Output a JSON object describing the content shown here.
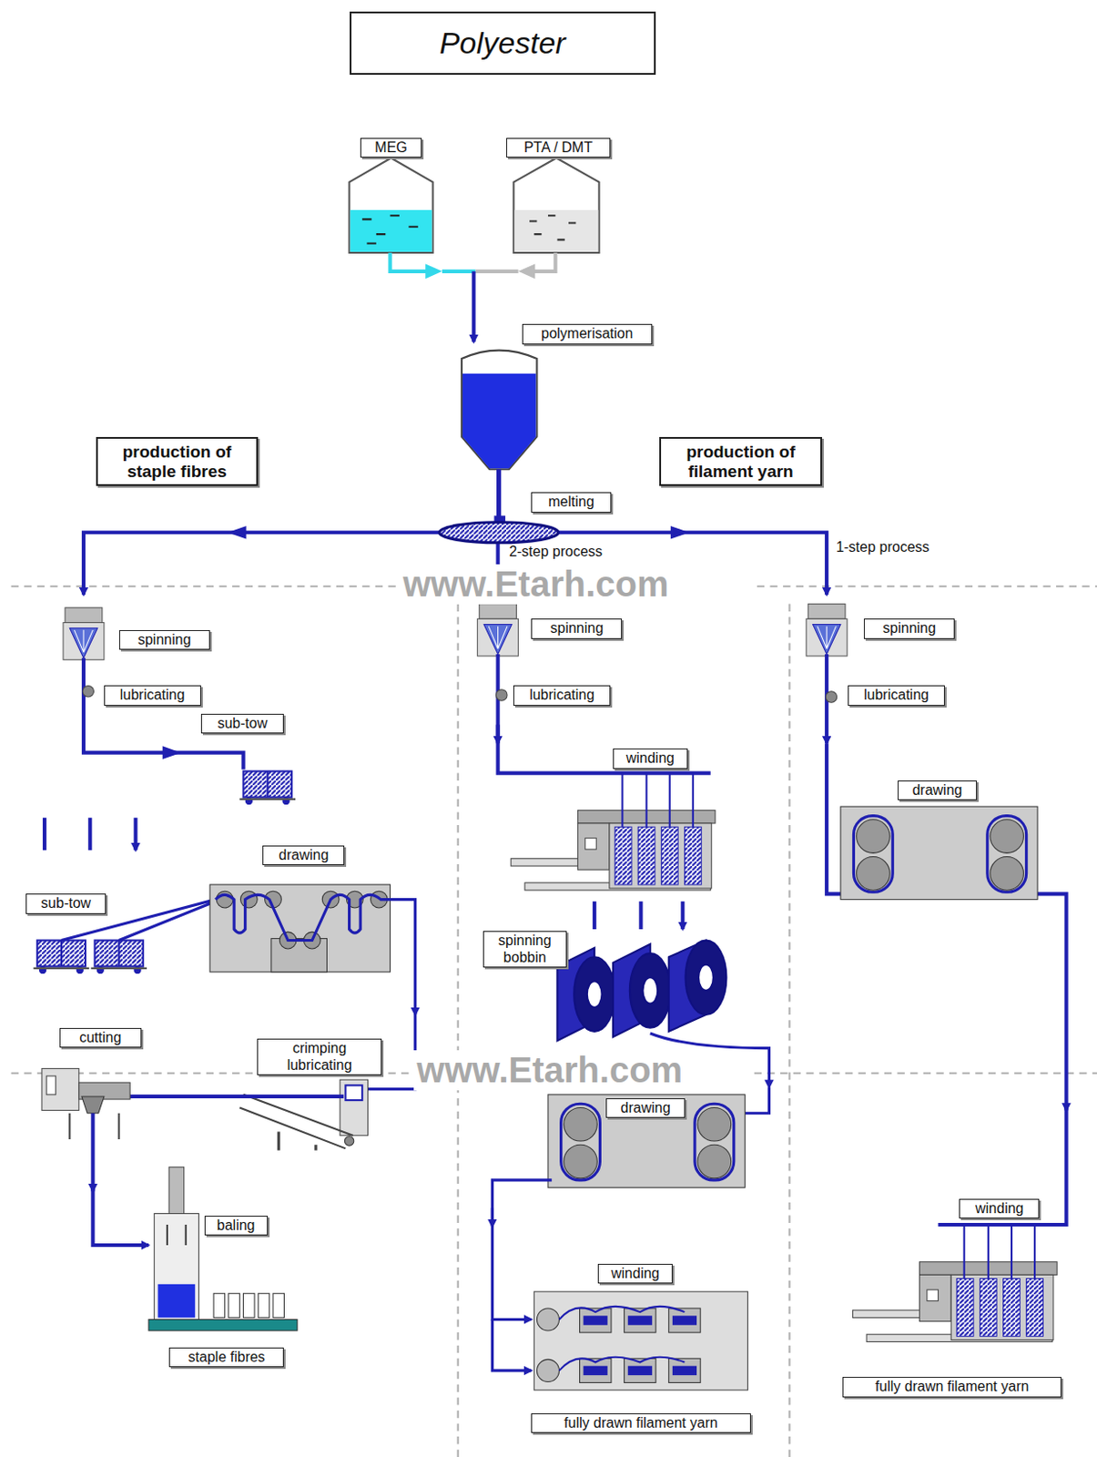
{
  "diagram": {
    "title": "Polyester",
    "nodes": [
      {
        "text": [
          "MEG"
        ]
      },
      {
        "text": [
          "PTA / DMT"
        ]
      },
      {
        "text": [
          "polymerisation"
        ]
      },
      {
        "text": [
          "production of staple fibres"
        ]
      },
      {
        "text": [
          "production of filament yarn"
        ]
      },
      {
        "text": [
          "melting"
        ]
      },
      {
        "text": [
          "spinning"
        ]
      },
      {
        "text": [
          "lubricating"
        ]
      },
      {
        "text": [
          "sub-tow"
        ]
      },
      {
        "text": [
          "sub-tow"
        ]
      },
      {
        "text": [
          "drawing"
        ]
      },
      {
        "text": [
          "cutting"
        ]
      },
      {
        "text": [
          "crimping lubricating"
        ]
      },
      {
        "text": [
          "baling"
        ]
      },
      {
        "text": [
          "staple fibres"
        ]
      },
      {
        "text": [
          "spinning"
        ]
      },
      {
        "text": [
          "lubricating"
        ]
      },
      {
        "text": [
          "winding"
        ]
      },
      {
        "text": [
          "spinning bobbin"
        ]
      },
      {
        "text": [
          "drawing"
        ]
      },
      {
        "text": [
          "winding"
        ]
      },
      {
        "text": [
          "fully drawn filament yarn"
        ]
      },
      {
        "text": [
          "spinning"
        ]
      },
      {
        "text": [
          "lubricating"
        ]
      },
      {
        "text": [
          "drawing"
        ]
      },
      {
        "text": [
          "winding"
        ]
      },
      {
        "text": [
          "fully drawn filament yarn"
        ]
      }
    ],
    "labels": [
      "2-step process",
      "1-step process",
      "www.Etarh.com",
      "www.Etarh.com"
    ]
  }
}
